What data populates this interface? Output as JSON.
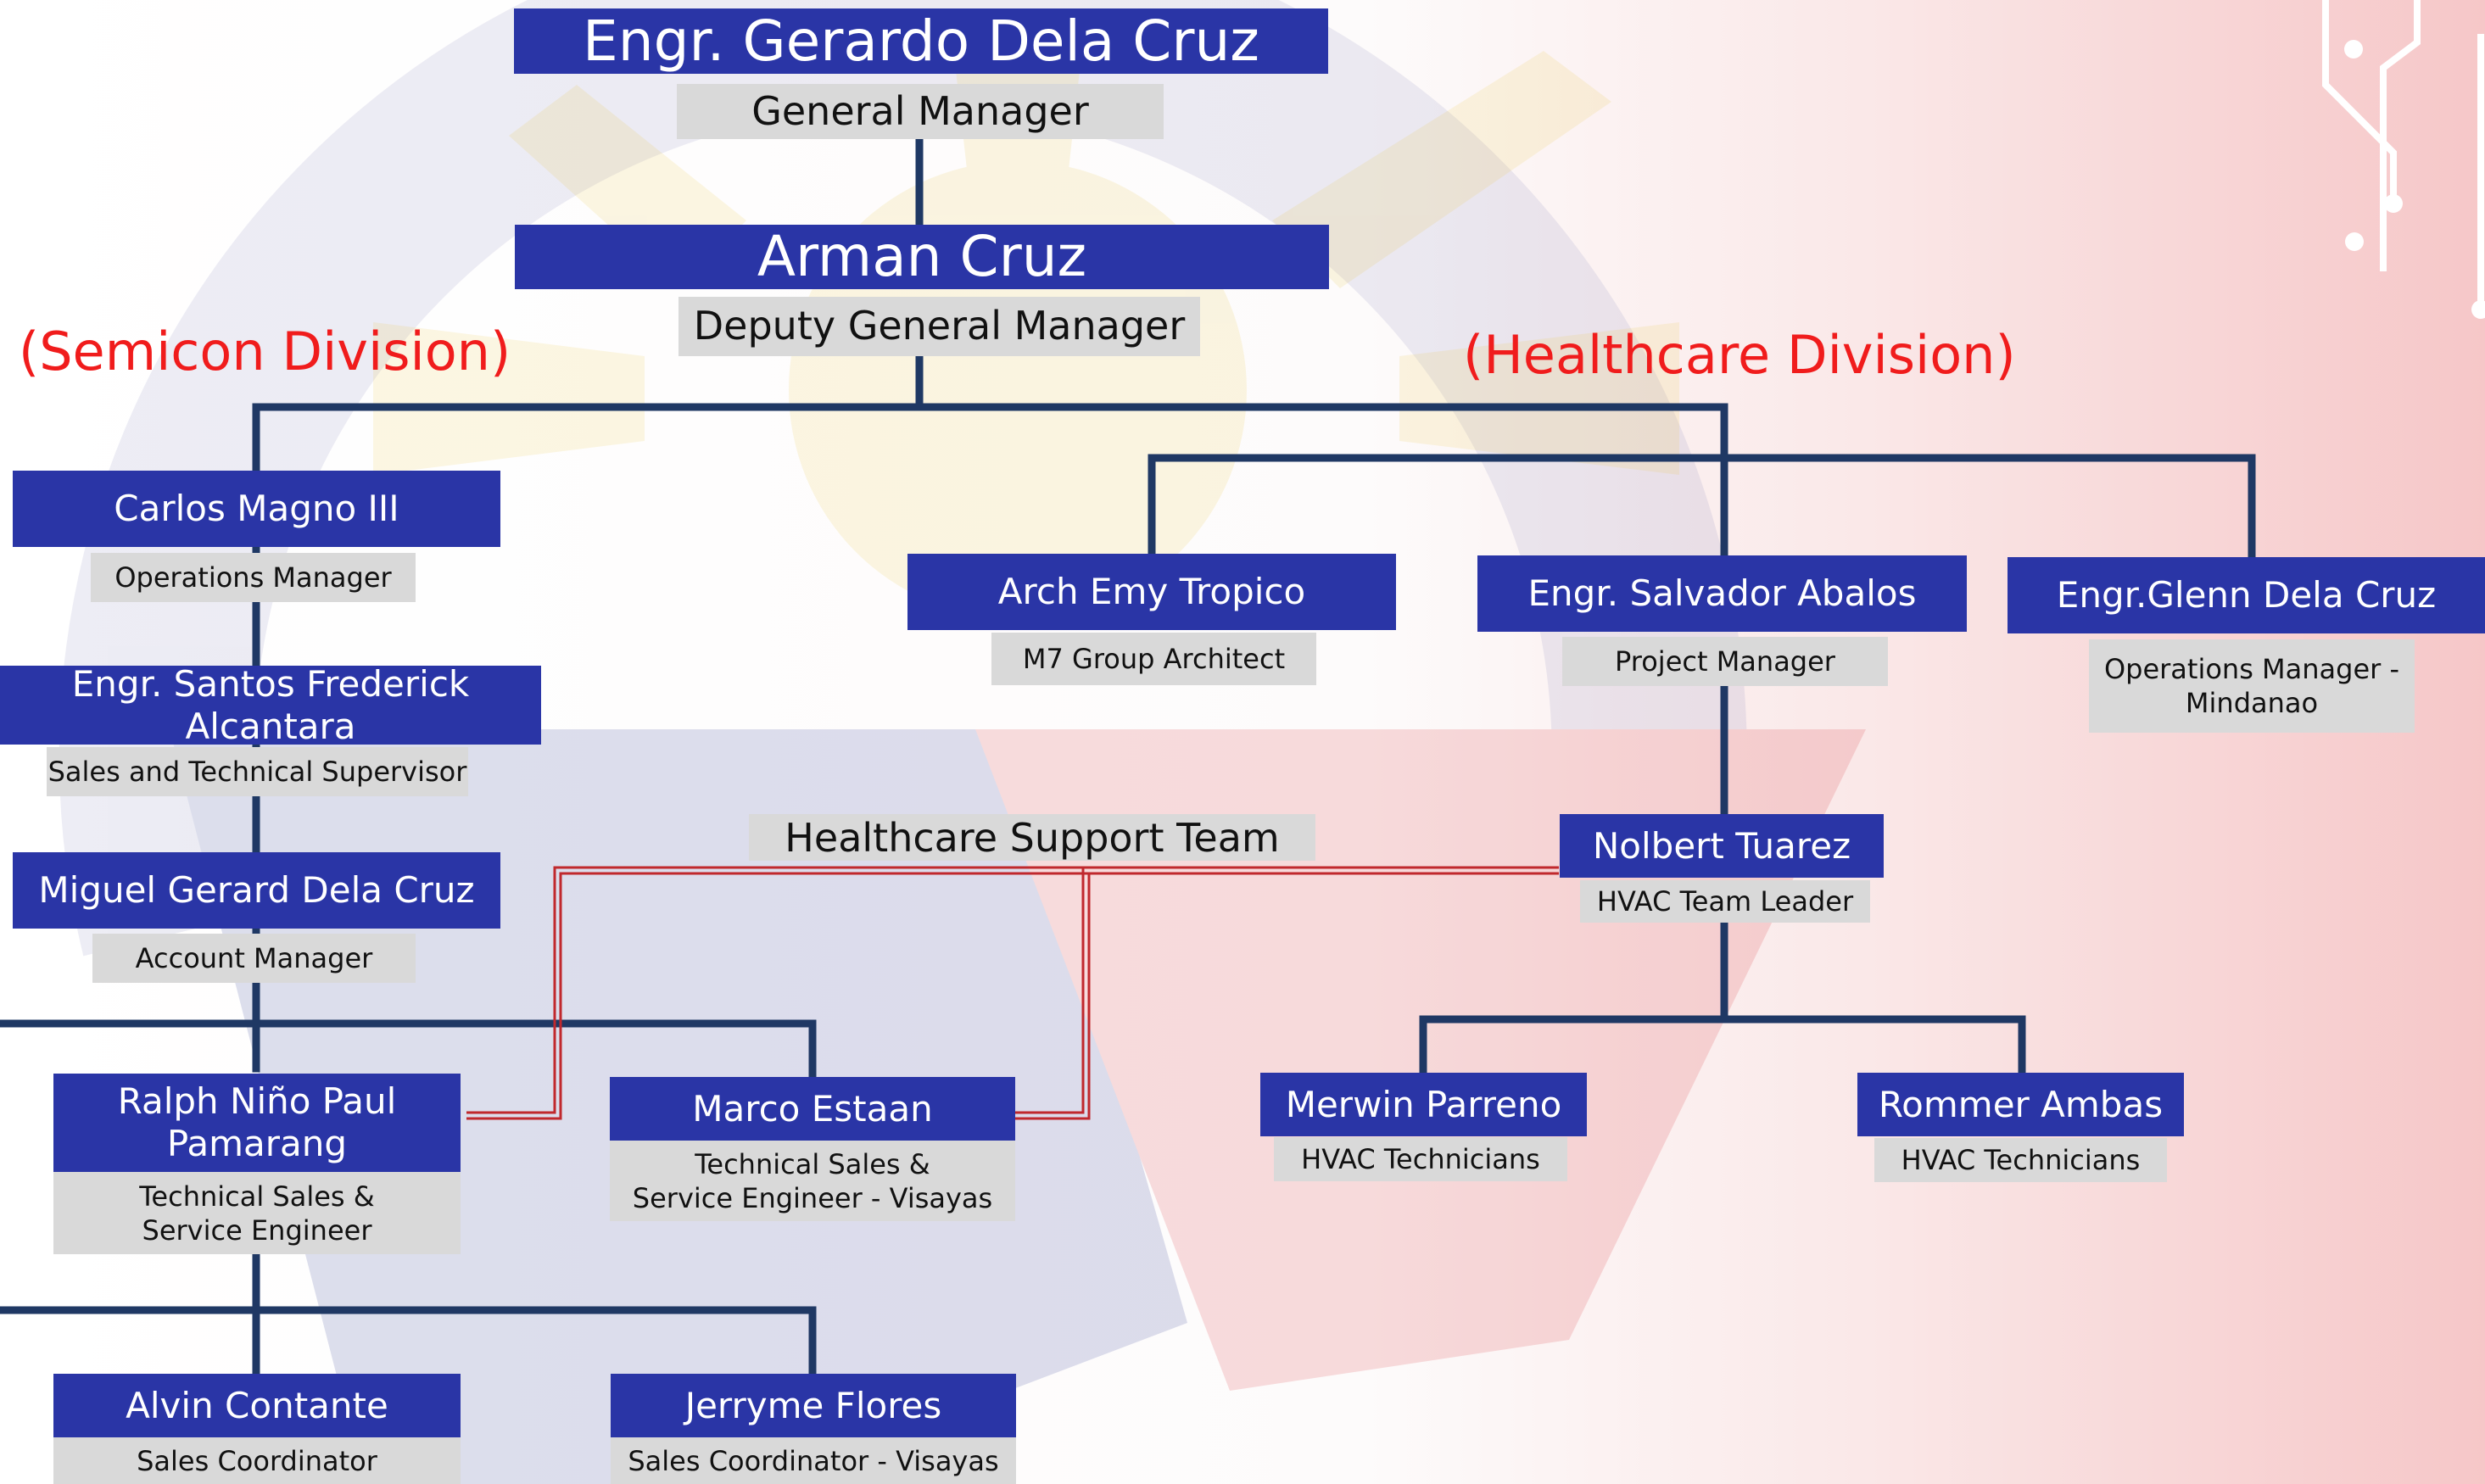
{
  "colors": {
    "name_fill": "#2a35a6",
    "role_fill": "#d9d9d9",
    "connector": "#1f3864",
    "division_text": "#f01c1c",
    "support_line": "#c0282d"
  },
  "divisions": {
    "semicon": "(Semicon Division)",
    "healthcare": "(Healthcare Division)"
  },
  "healthcare_support_team": "Healthcare Support Team",
  "people": {
    "gm": {
      "name": "Engr. Gerardo Dela Cruz",
      "role": "General Manager"
    },
    "dgm": {
      "name": "Arman Cruz",
      "role": "Deputy General Manager"
    },
    "carlos": {
      "name": "Carlos Magno III",
      "role": "Operations Manager"
    },
    "santos": {
      "name": "Engr. Santos Frederick Alcantara",
      "role": "Sales and Technical Supervisor"
    },
    "miguel": {
      "name": "Miguel Gerard Dela Cruz",
      "role": "Account Manager"
    },
    "ralph": {
      "name": "Ralph Niño Paul\nPamarang",
      "role": "Technical Sales &\nService Engineer"
    },
    "marco": {
      "name": "Marco Estaan",
      "role": "Technical Sales &\nService Engineer - Visayas"
    },
    "alvin": {
      "name": "Alvin Contante",
      "role": "Sales Coordinator"
    },
    "jerryme": {
      "name": "Jerryme Flores",
      "role": "Sales Coordinator - Visayas"
    },
    "emy": {
      "name": "Arch Emy Tropico",
      "role": "M7 Group Architect"
    },
    "salvador": {
      "name": "Engr. Salvador  Abalos",
      "role": "Project Manager"
    },
    "glenn": {
      "name": "Engr.Glenn Dela Cruz",
      "role": "Operations Manager -\nMindanao"
    },
    "nolbert": {
      "name": "Nolbert Tuarez",
      "role": "HVAC Team Leader"
    },
    "merwin": {
      "name": "Merwin Parreno",
      "role": "HVAC Technicians"
    },
    "rommer": {
      "name": "Rommer Ambas",
      "role": "HVAC Technicians"
    }
  }
}
